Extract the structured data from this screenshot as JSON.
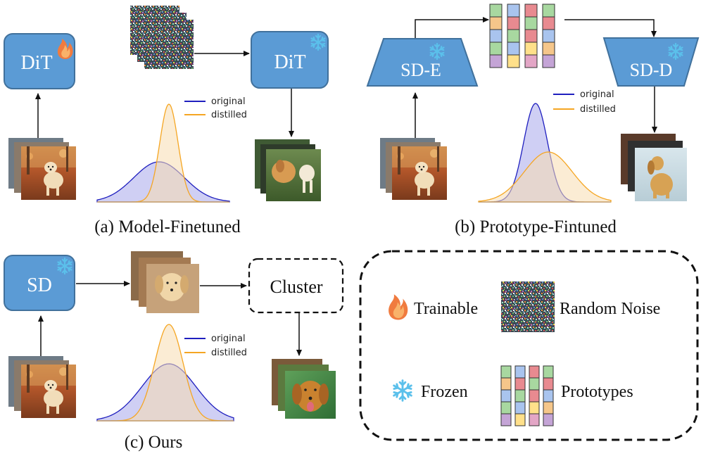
{
  "panels": {
    "a": {
      "caption": "(a) Model-Finetuned",
      "model_left": "DiT",
      "model_right": "DiT",
      "legend": {
        "original": "original",
        "distilled": "distilled"
      }
    },
    "b": {
      "caption": "(b) Prototype-Fintuned",
      "encoder": "SD-E",
      "decoder": "SD-D",
      "legend": {
        "original": "original",
        "distilled": "distilled"
      }
    },
    "c": {
      "caption": "(c) Ours",
      "model": "SD",
      "cluster": "Cluster",
      "legend": {
        "original": "original",
        "distilled": "distilled"
      }
    }
  },
  "key": {
    "trainable": "Trainable",
    "frozen": "Frozen",
    "random_noise": "Random Noise",
    "prototypes": "Prototypes"
  },
  "colors": {
    "model_box": "#5b9bd5",
    "model_border": "#41719c",
    "original": "#1f1fbf",
    "distilled": "#f5a623",
    "original_fill": "#c7c7f2",
    "distilled_fill": "#f8ddb0",
    "overlap_fill": "#d4bccf"
  },
  "icons": {
    "trainable": "flame-icon",
    "frozen": "snowflake-icon",
    "noise": "random-noise-icon",
    "prototypes": "prototype-grid-icon"
  }
}
